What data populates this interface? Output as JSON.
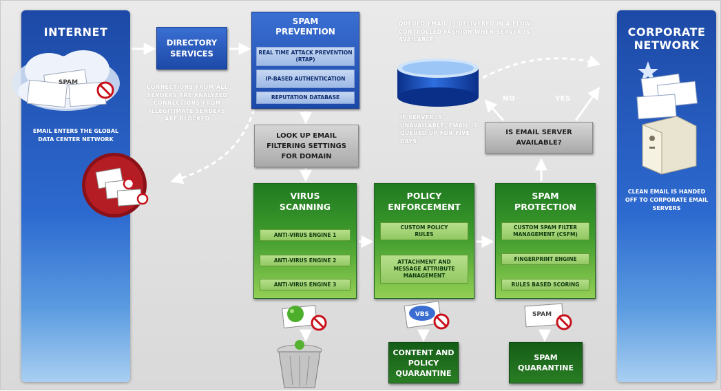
{
  "internet": {
    "title": "INTERNET",
    "caption": "EMAIL ENTERS THE GLOBAL DATA CENTER NETWORK",
    "envelope_text": "SPAM"
  },
  "directory": {
    "label": "DIRECTORY SERVICES"
  },
  "connections_note": "CONNECTIONS FROM ALL SENDERS ARE ANALYZED CONNECTIONS FROM ILLEGITIMATE SENDERS ARE BLOCKED",
  "spam_prevention": {
    "title": "SPAM PREVENTION",
    "items": [
      "REAL TIME ATTACK PREVENTION (RTAP)",
      "IP-BASED AUTHENTICATION",
      "REPUTATION DATABASE"
    ]
  },
  "lookup": {
    "label": "LOOK UP EMAIL FILTERING SETTINGS FOR DOMAIN"
  },
  "queued_note": "QUEUED EMAIL IS DELIVERED IN A FLOW-CONTROLLED FASHION WHEN SERVER IS AVAILABLE",
  "unavailable_note": "IF SERVER IS UNAVAILABLE, EMAIL IS QUEUED UP FOR FIVE DAYS",
  "decision": {
    "label": "IS EMAIL SERVER AVAILABLE?",
    "no": "NO",
    "yes": "YES"
  },
  "virus": {
    "title": "VIRUS SCANNING",
    "engines": [
      "ANTI-VIRUS ENGINE 1",
      "ANTI-VIRUS ENGINE 2",
      "ANTI-VIRUS ENGINE 3"
    ]
  },
  "policy": {
    "title": "POLICY ENFORCEMENT",
    "items": [
      "CUSTOM POLICY RULES",
      "ATTACHMENT AND MESSAGE ATTRIBUTE MANAGEMENT"
    ],
    "envelope_text": "VBS"
  },
  "spam_protection": {
    "title": "SPAM PROTECTION",
    "items": [
      "CUSTOM SPAM FILTER MANAGEMENT (CSFM)",
      "FINGERPRINT ENGINE",
      "RULES BASED SCORING"
    ],
    "envelope_text": "SPAM"
  },
  "content_quarantine": {
    "label": "CONTENT AND POLICY QUARANTINE"
  },
  "spam_quarantine": {
    "label": "SPAM QUARANTINE"
  },
  "corporate": {
    "title": "CORPORATE NETWORK",
    "caption": "CLEAN EMAIL IS HANDED OFF TO CORPORATE EMAIL SERVERS"
  },
  "colors": {
    "blue_panel": "#1d49a6",
    "green_box": "#2f8a26",
    "gray_box": "#b5b5b5",
    "blocked_red": "#c8101a"
  }
}
